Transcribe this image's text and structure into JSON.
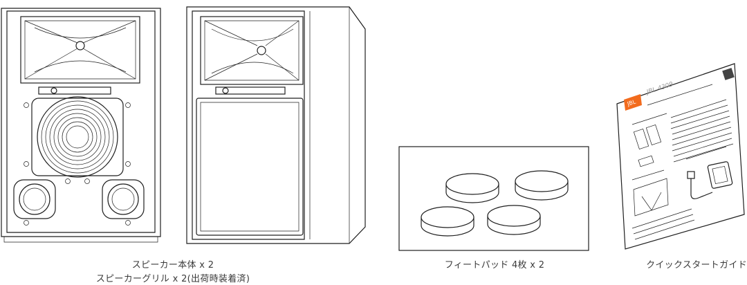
{
  "items": {
    "speakers": {
      "line1": "スピーカー本体 x 2",
      "line2": "スピーカーグリル x 2(出荷時装着済)"
    },
    "feet": {
      "label": "フィートパッド 4枚 x 2"
    },
    "guide": {
      "label": "クイックスタートガイド",
      "doc_brand": "JBL",
      "doc_title": "JBL 4309"
    }
  }
}
